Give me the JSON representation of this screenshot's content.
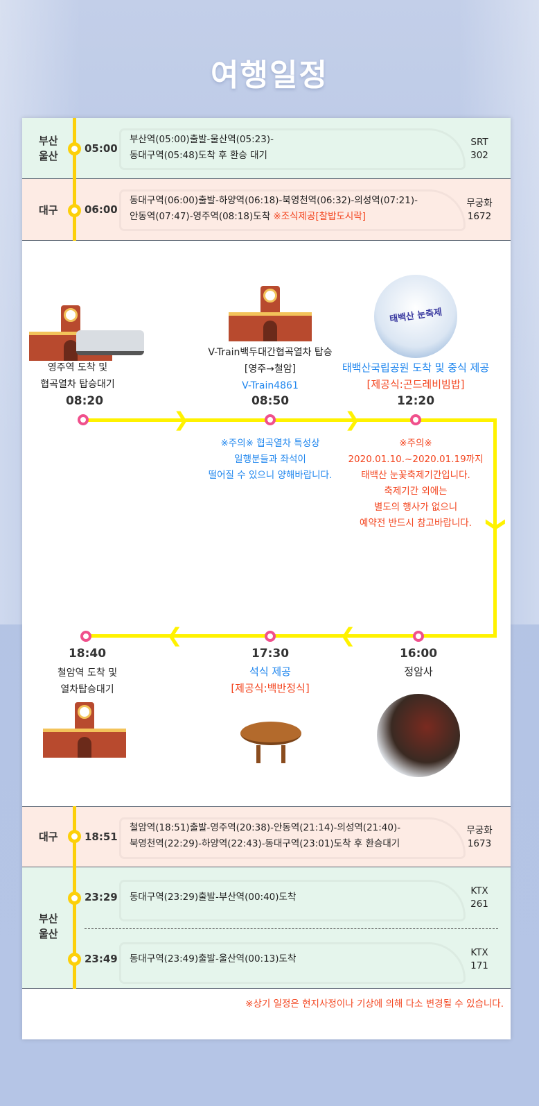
{
  "title": "여행일정",
  "outbound": [
    {
      "city": [
        "부산",
        "울산"
      ],
      "time": "05:00",
      "lines": [
        "부산역(05:00)출발-울산역(05:23)-",
        "동대구역(05:48)도착 후 환승 대기"
      ],
      "note": "",
      "train": [
        "SRT",
        "302"
      ]
    },
    {
      "city": [
        "대구"
      ],
      "time": "06:00",
      "lines": [
        "동대구역(06:00)출발-하양역(06:18)-북영천역(06:32)-의성역(07:21)-",
        "안동역(07:47)-영주역(08:18)도착"
      ],
      "note": "※조식제공[찰밥도시락]",
      "train": [
        "무궁화",
        "1672"
      ]
    }
  ],
  "stops": {
    "s1": {
      "lines": [
        "영주역 도착 및",
        "협곡열차 탑승대기"
      ],
      "time": "08:20"
    },
    "s2": {
      "lines": [
        "V-Train백두대간협곡열차 탑승",
        "[영주→철암]"
      ],
      "blue": "V-Train4861",
      "time": "08:50",
      "notes": [
        "※주의※ 협곡열차 특성상",
        "일행분들과 좌석이",
        "떨어질 수 있으니 양해바랍니다."
      ]
    },
    "s3": {
      "blue": "태백산국립공원 도착 및 중식 제공",
      "red": "[제공식:곤드레비빔밥]",
      "time": "12:20",
      "sign": "태백산 눈축제",
      "notes": [
        "※주의※",
        "2020.01.10.~2020.01.19까지",
        "태백산 눈꽃축제기간입니다.",
        "축제기간 외에는",
        "별도의 행사가 없으니",
        "예약전 반드시 참고바랍니다."
      ]
    },
    "s4": {
      "time": "16:00",
      "blue": "정암사"
    },
    "s5": {
      "time": "17:30",
      "blue": "석식 제공",
      "red": "[제공식:백반정식]"
    },
    "s6": {
      "time": "18:40",
      "lines": [
        "철암역 도착 및",
        "열차탑승대기"
      ]
    }
  },
  "return": [
    {
      "city": [
        "대구"
      ],
      "time": "18:51",
      "lines": [
        "철암역(18:51)출발-영주역(20:38)-안동역(21:14)-의성역(21:40)-",
        "북영천역(22:29)-하양역(22:43)-동대구역(23:01)도착 후 환승대기"
      ],
      "train": [
        "무궁화",
        "1673"
      ]
    },
    {
      "city": [
        "부산",
        "울산"
      ],
      "time": "23:29",
      "lines": [
        "동대구역(23:29)출발-부산역(00:40)도착"
      ],
      "train": [
        "KTX",
        "261"
      ]
    },
    {
      "time": "23:49",
      "lines": [
        "동대구역(23:49)출발-울산역(00:13)도착"
      ],
      "train": [
        "KTX",
        "171"
      ]
    }
  ],
  "footer": "※상기 일정은 현지사정이나 기상에 의해 다소 변경될 수 있습니다.",
  "colors": {
    "yellow": "#fcd00a",
    "path": "#fff200",
    "dot": "#f0508c",
    "red": "#f3441e",
    "blue": "#1f86ee"
  }
}
